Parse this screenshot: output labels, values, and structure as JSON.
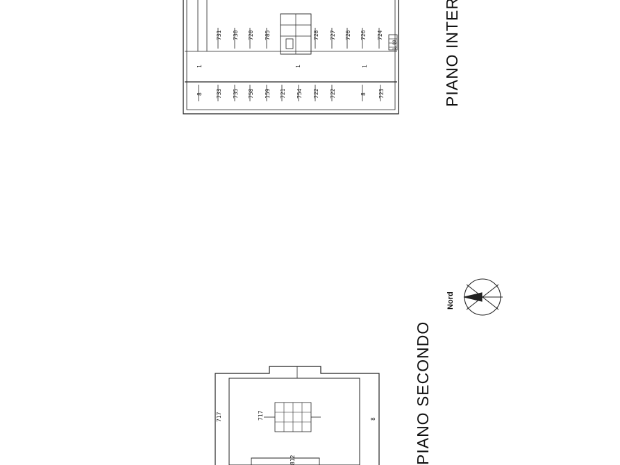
{
  "floors": {
    "intermediate": {
      "title": "PIANO INTER"
    },
    "second": {
      "title": "PIANO SECONDO"
    }
  },
  "north_label": "Nord",
  "upper_plan": {
    "left_row": [
      "8",
      "733",
      "735",
      "758",
      "159",
      "721",
      "754",
      "722",
      "722",
      "8",
      "723"
    ],
    "mid_marks": [
      "1",
      "1",
      "1"
    ],
    "right_row": [
      "731",
      "730",
      "720",
      "785",
      "728",
      "727",
      "726",
      "726",
      "724"
    ],
    "small_right": [
      "1.08"
    ]
  },
  "lower_plan": {
    "left_dim": "717",
    "right_dim": "8",
    "inner_dim": "717",
    "bottom_dim": "812"
  }
}
